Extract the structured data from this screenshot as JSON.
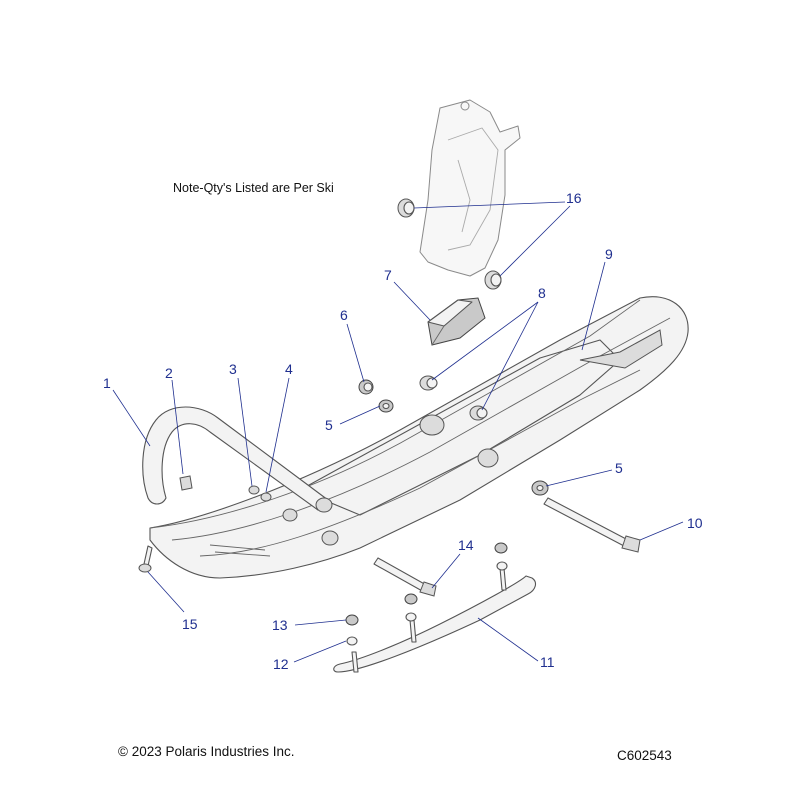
{
  "note": "Note-Qty's Listed are Per Ski",
  "copyright": "© 2023 Polaris Industries Inc.",
  "figure_id": "C602543",
  "callouts": [
    {
      "label": "1"
    },
    {
      "label": "2"
    },
    {
      "label": "3"
    },
    {
      "label": "4"
    },
    {
      "label": "5"
    },
    {
      "label": "5"
    },
    {
      "label": "6"
    },
    {
      "label": "7"
    },
    {
      "label": "8"
    },
    {
      "label": "9"
    },
    {
      "label": "10"
    },
    {
      "label": "11"
    },
    {
      "label": "12"
    },
    {
      "label": "13"
    },
    {
      "label": "14"
    },
    {
      "label": "15"
    },
    {
      "label": "16"
    }
  ],
  "colors": {
    "callout": "#1f2f8f",
    "text": "#111111"
  }
}
